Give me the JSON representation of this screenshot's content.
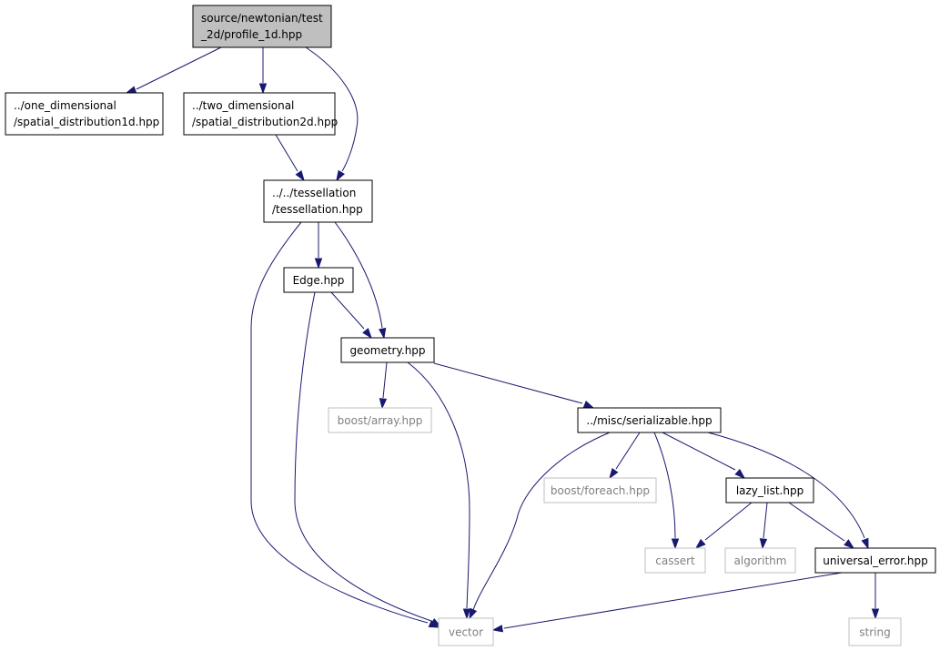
{
  "graph": {
    "nodes": [
      {
        "id": "profile",
        "lines": [
          "source/newtonian/test",
          "_2d/profile_1d.hpp"
        ],
        "kind": "main"
      },
      {
        "id": "sd1",
        "lines": [
          "../one_dimensional",
          "/spatial_distribution1d.hpp"
        ],
        "kind": "local"
      },
      {
        "id": "sd2",
        "lines": [
          "../two_dimensional",
          "/spatial_distribution2d.hpp"
        ],
        "kind": "local"
      },
      {
        "id": "tess",
        "lines": [
          "../../tessellation",
          "/tessellation.hpp"
        ],
        "kind": "local"
      },
      {
        "id": "edge",
        "lines": [
          "Edge.hpp"
        ],
        "kind": "local"
      },
      {
        "id": "geom",
        "lines": [
          "geometry.hpp"
        ],
        "kind": "local"
      },
      {
        "id": "barray",
        "lines": [
          "boost/array.hpp"
        ],
        "kind": "system"
      },
      {
        "id": "serial",
        "lines": [
          "../misc/serializable.hpp"
        ],
        "kind": "local"
      },
      {
        "id": "bforeach",
        "lines": [
          "boost/foreach.hpp"
        ],
        "kind": "system"
      },
      {
        "id": "lazy",
        "lines": [
          "lazy_list.hpp"
        ],
        "kind": "local"
      },
      {
        "id": "cassert",
        "lines": [
          "cassert"
        ],
        "kind": "system"
      },
      {
        "id": "algorithm",
        "lines": [
          "algorithm"
        ],
        "kind": "system"
      },
      {
        "id": "uerr",
        "lines": [
          "universal_error.hpp"
        ],
        "kind": "local"
      },
      {
        "id": "vector",
        "lines": [
          "vector"
        ],
        "kind": "system"
      },
      {
        "id": "string",
        "lines": [
          "string"
        ],
        "kind": "system"
      }
    ],
    "edges": [
      {
        "from": "profile",
        "to": "sd1"
      },
      {
        "from": "profile",
        "to": "sd2"
      },
      {
        "from": "profile",
        "to": "tess"
      },
      {
        "from": "sd2",
        "to": "tess"
      },
      {
        "from": "tess",
        "to": "edge"
      },
      {
        "from": "tess",
        "to": "geom"
      },
      {
        "from": "tess",
        "to": "vector"
      },
      {
        "from": "edge",
        "to": "geom"
      },
      {
        "from": "edge",
        "to": "vector"
      },
      {
        "from": "geom",
        "to": "barray"
      },
      {
        "from": "geom",
        "to": "serial"
      },
      {
        "from": "geom",
        "to": "vector"
      },
      {
        "from": "serial",
        "to": "bforeach"
      },
      {
        "from": "serial",
        "to": "lazy"
      },
      {
        "from": "serial",
        "to": "cassert"
      },
      {
        "from": "serial",
        "to": "uerr"
      },
      {
        "from": "serial",
        "to": "vector"
      },
      {
        "from": "lazy",
        "to": "cassert"
      },
      {
        "from": "lazy",
        "to": "algorithm"
      },
      {
        "from": "lazy",
        "to": "uerr"
      },
      {
        "from": "uerr",
        "to": "string"
      },
      {
        "from": "uerr",
        "to": "vector"
      }
    ],
    "colors": {
      "edge": "#191970",
      "main_fill": "#bfbfbf",
      "local_border": "#000000",
      "system_border": "#bfbfbf",
      "system_text": "#808080"
    }
  }
}
